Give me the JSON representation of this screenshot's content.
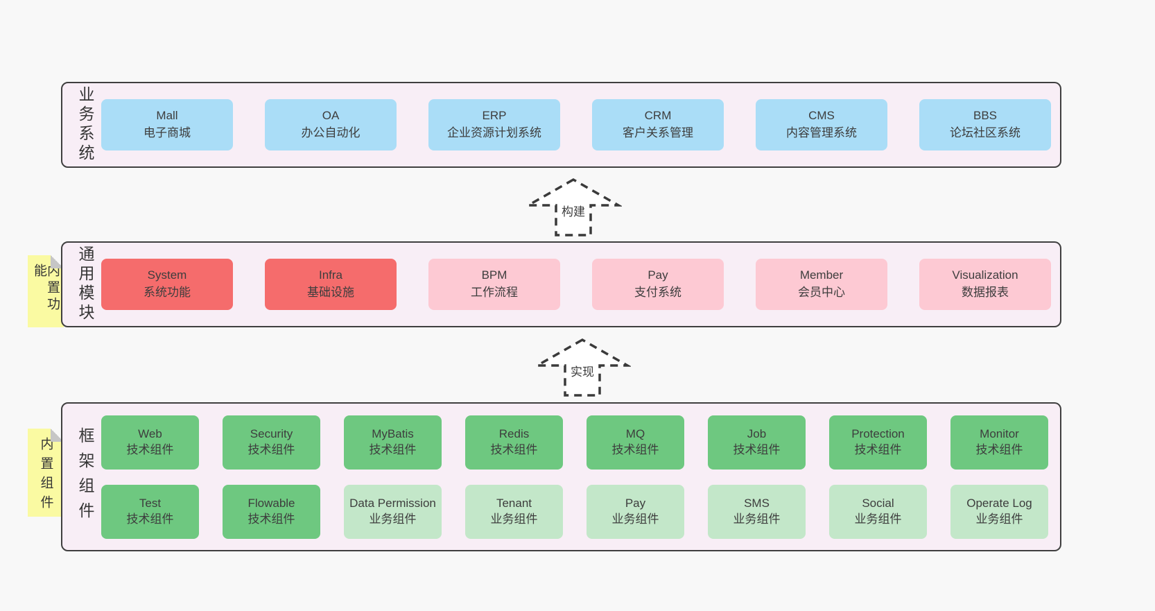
{
  "colors": {
    "page-bg": "#f8f8f8",
    "band-bg": "#f8eef6",
    "band-border": "#3f3f3f",
    "blue": "#aaddf7",
    "red": "#f56c6c",
    "pink": "#fdc9d3",
    "green": "#6ec880",
    "light-green": "#c3e7c9",
    "yellow": "#fafaa2",
    "fold-gray": "#c6c6c6",
    "text": "#3b3b3b"
  },
  "bands": [
    {
      "label": "业务系统",
      "boxes": [
        {
          "title": "Mall",
          "subtitle": "电子商城"
        },
        {
          "title": "OA",
          "subtitle": "办公自动化"
        },
        {
          "title": "ERP",
          "subtitle": "企业资源计划系统"
        },
        {
          "title": "CRM",
          "subtitle": "客户关系管理"
        },
        {
          "title": "CMS",
          "subtitle": "内容管理系统"
        },
        {
          "title": "BBS",
          "subtitle": "论坛社区系统"
        }
      ]
    },
    {
      "label": "通用模块",
      "sticky": "内置功能",
      "boxes": [
        {
          "title": "System",
          "subtitle": "系统功能"
        },
        {
          "title": "Infra",
          "subtitle": "基础设施"
        },
        {
          "title": "BPM",
          "subtitle": "工作流程"
        },
        {
          "title": "Pay",
          "subtitle": "支付系统"
        },
        {
          "title": "Member",
          "subtitle": "会员中心"
        },
        {
          "title": "Visualization",
          "subtitle": "数据报表"
        }
      ]
    },
    {
      "label": "框架组件",
      "sticky": "内置组件",
      "row1": [
        {
          "title": "Web",
          "subtitle": "技术组件"
        },
        {
          "title": "Security",
          "subtitle": "技术组件"
        },
        {
          "title": "MyBatis",
          "subtitle": "技术组件"
        },
        {
          "title": "Redis",
          "subtitle": "技术组件"
        },
        {
          "title": "MQ",
          "subtitle": "技术组件"
        },
        {
          "title": "Job",
          "subtitle": "技术组件"
        },
        {
          "title": "Protection",
          "subtitle": "技术组件"
        },
        {
          "title": "Monitor",
          "subtitle": "技术组件"
        }
      ],
      "row2": [
        {
          "title": "Test",
          "subtitle": "技术组件"
        },
        {
          "title": "Flowable",
          "subtitle": "技术组件"
        },
        {
          "title": "Data Permission",
          "subtitle": "业务组件"
        },
        {
          "title": "Tenant",
          "subtitle": "业务组件"
        },
        {
          "title": "Pay",
          "subtitle": "业务组件"
        },
        {
          "title": "SMS",
          "subtitle": "业务组件"
        },
        {
          "title": "Social",
          "subtitle": "业务组件"
        },
        {
          "title": "Operate Log",
          "subtitle": "业务组件"
        }
      ]
    }
  ],
  "arrows": [
    {
      "label": "构建"
    },
    {
      "label": "实现"
    }
  ]
}
